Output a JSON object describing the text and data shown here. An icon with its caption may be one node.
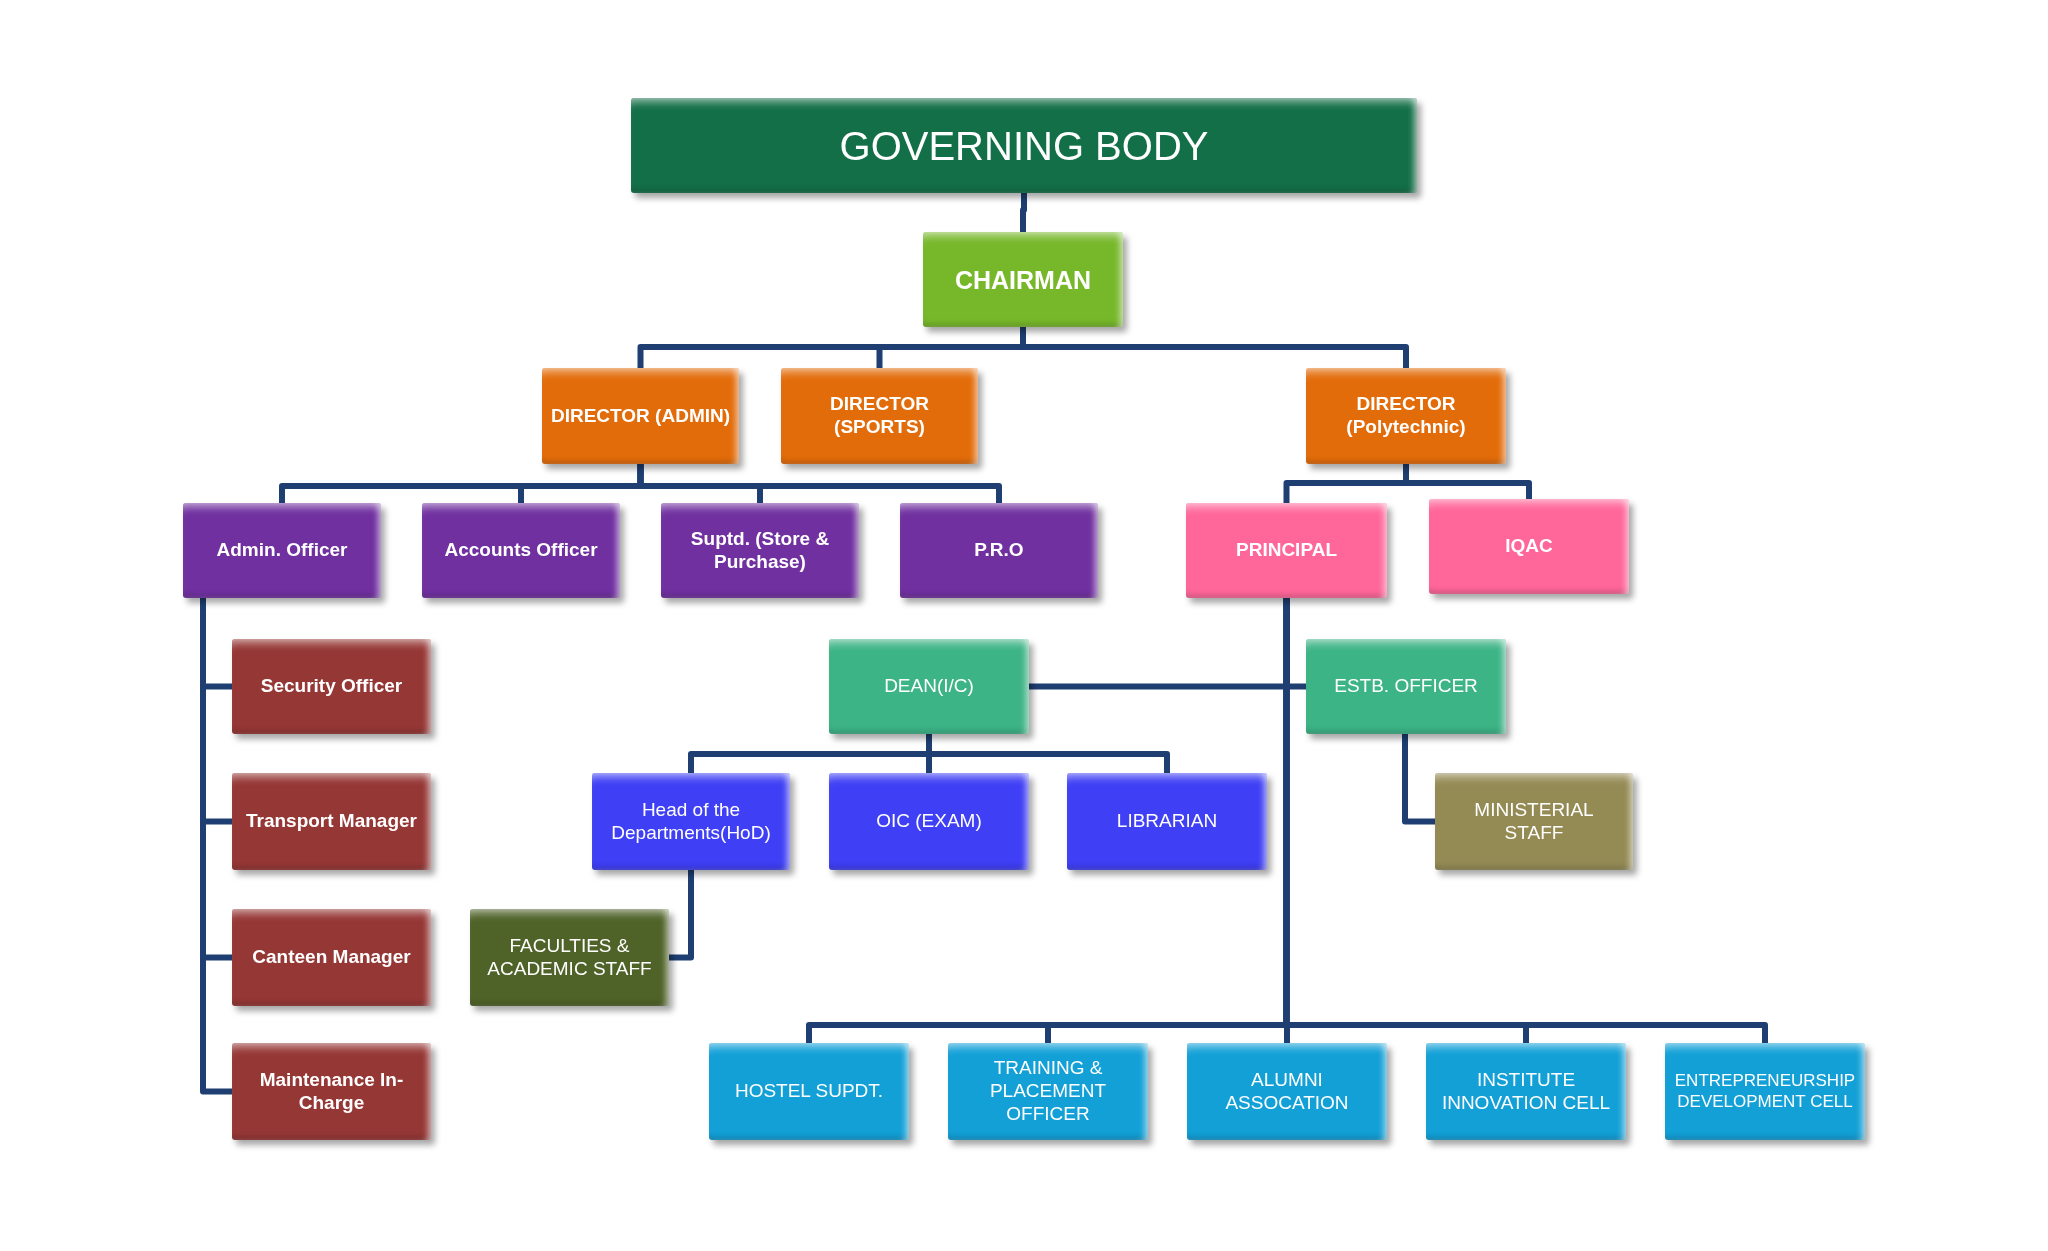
{
  "diagram": {
    "nodes": [
      {
        "text": [
          "GOVERNING BODY"
        ]
      },
      {
        "text": [
          "CHAIRMAN"
        ]
      },
      {
        "text": [
          "DIRECTOR (ADMIN)"
        ]
      },
      {
        "text": [
          "DIRECTOR (SPORTS)"
        ]
      },
      {
        "text": [
          "DIRECTOR (Polytechnic)"
        ]
      },
      {
        "text": [
          "Admin. Officer"
        ]
      },
      {
        "text": [
          "Accounts Officer"
        ]
      },
      {
        "text": [
          "Suptd. (Store & Purchase)"
        ]
      },
      {
        "text": [
          "P.R.O"
        ]
      },
      {
        "text": [
          "PRINCIPAL"
        ]
      },
      {
        "text": [
          "IQAC"
        ]
      },
      {
        "text": [
          "Security Officer"
        ]
      },
      {
        "text": [
          "DEAN(I/C)"
        ]
      },
      {
        "text": [
          "ESTB. OFFICER"
        ]
      },
      {
        "text": [
          "Transport Manager"
        ]
      },
      {
        "text": [
          "Head of the Departments(HoD)"
        ]
      },
      {
        "text": [
          "OIC (EXAM)"
        ]
      },
      {
        "text": [
          "LIBRARIAN"
        ]
      },
      {
        "text": [
          "MINISTERIAL STAFF"
        ]
      },
      {
        "text": [
          "Canteen Manager"
        ]
      },
      {
        "text": [
          "FACULTIES & ACADEMIC STAFF"
        ]
      },
      {
        "text": [
          "Maintenance In-Charge"
        ]
      },
      {
        "text": [
          "HOSTEL SUPDT."
        ]
      },
      {
        "text": [
          "TRAINING & PLACEMENT OFFICER"
        ]
      },
      {
        "text": [
          "ALUMNI ASSOCATION"
        ]
      },
      {
        "text": [
          "INSTITUTE INNOVATION CELL"
        ]
      },
      {
        "text": [
          "ENTREPRENEURSHIP DEVELOPMENT CELL"
        ]
      }
    ],
    "edges": [
      {
        "from": 0,
        "to": 1,
        "arrow": "none"
      },
      {
        "from": 1,
        "to": 2,
        "arrow": "none"
      },
      {
        "from": 1,
        "to": 3,
        "arrow": "none"
      },
      {
        "from": 1,
        "to": 4,
        "arrow": "none"
      },
      {
        "from": 2,
        "to": 5,
        "arrow": "none"
      },
      {
        "from": 2,
        "to": 6,
        "arrow": "none"
      },
      {
        "from": 2,
        "to": 7,
        "arrow": "none"
      },
      {
        "from": 2,
        "to": 8,
        "arrow": "none"
      },
      {
        "from": 4,
        "to": 9,
        "arrow": "none"
      },
      {
        "from": 4,
        "to": 10,
        "arrow": "none"
      },
      {
        "from": 5,
        "to": 11,
        "arrow": "none"
      },
      {
        "from": 5,
        "to": 14,
        "arrow": "none"
      },
      {
        "from": 5,
        "to": 19,
        "arrow": "none"
      },
      {
        "from": 5,
        "to": 21,
        "arrow": "none"
      },
      {
        "from": 9,
        "to": 12,
        "arrow": "none"
      },
      {
        "from": 9,
        "to": 13,
        "arrow": "none"
      },
      {
        "from": 12,
        "to": 15,
        "arrow": "none"
      },
      {
        "from": 12,
        "to": 16,
        "arrow": "none"
      },
      {
        "from": 12,
        "to": 17,
        "arrow": "none"
      },
      {
        "from": 13,
        "to": 18,
        "arrow": "none"
      },
      {
        "from": 15,
        "to": 20,
        "arrow": "none"
      },
      {
        "from": 9,
        "to": 22,
        "arrow": "none"
      },
      {
        "from": 9,
        "to": 23,
        "arrow": "none"
      },
      {
        "from": 9,
        "to": 24,
        "arrow": "none"
      },
      {
        "from": 9,
        "to": 25,
        "arrow": "none"
      },
      {
        "from": 9,
        "to": 26,
        "arrow": "none"
      }
    ]
  }
}
